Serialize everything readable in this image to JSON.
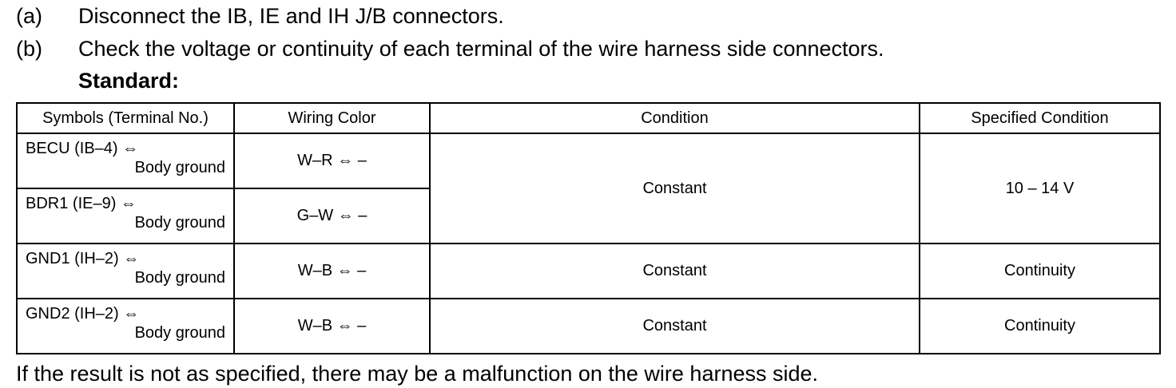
{
  "steps": [
    {
      "letter": "(a)",
      "text": "Disconnect the IB, IE and IH J/B connectors."
    },
    {
      "letter": "(b)",
      "text": "Check the voltage or continuity of each terminal of the wire harness side connectors."
    }
  ],
  "standard_label": "Standard:",
  "table": {
    "headers": [
      "Symbols (Terminal No.)",
      "Wiring Color",
      "Condition",
      "Specified Condition"
    ],
    "rows": [
      {
        "symbol": "BECU (IB–4) ⇔",
        "ground": "Body ground",
        "color": "W–R ⇔ –",
        "condition": "Constant",
        "spec": "10 – 14 V"
      },
      {
        "symbol": "BDR1 (IE–9) ⇔",
        "ground": "Body ground",
        "color": "G–W ⇔ –",
        "condition": "",
        "spec": ""
      },
      {
        "symbol": "GND1 (IH–2) ⇔",
        "ground": "Body ground",
        "color": "W–B ⇔ –",
        "condition": "Constant",
        "spec": "Continuity"
      },
      {
        "symbol": "GND2 (IH–2) ⇔",
        "ground": "Body ground",
        "color": "W–B ⇔ –",
        "condition": "Constant",
        "spec": "Continuity"
      }
    ]
  },
  "footer": "If the result is not as specified, there may be a malfunction on the wire harness side."
}
